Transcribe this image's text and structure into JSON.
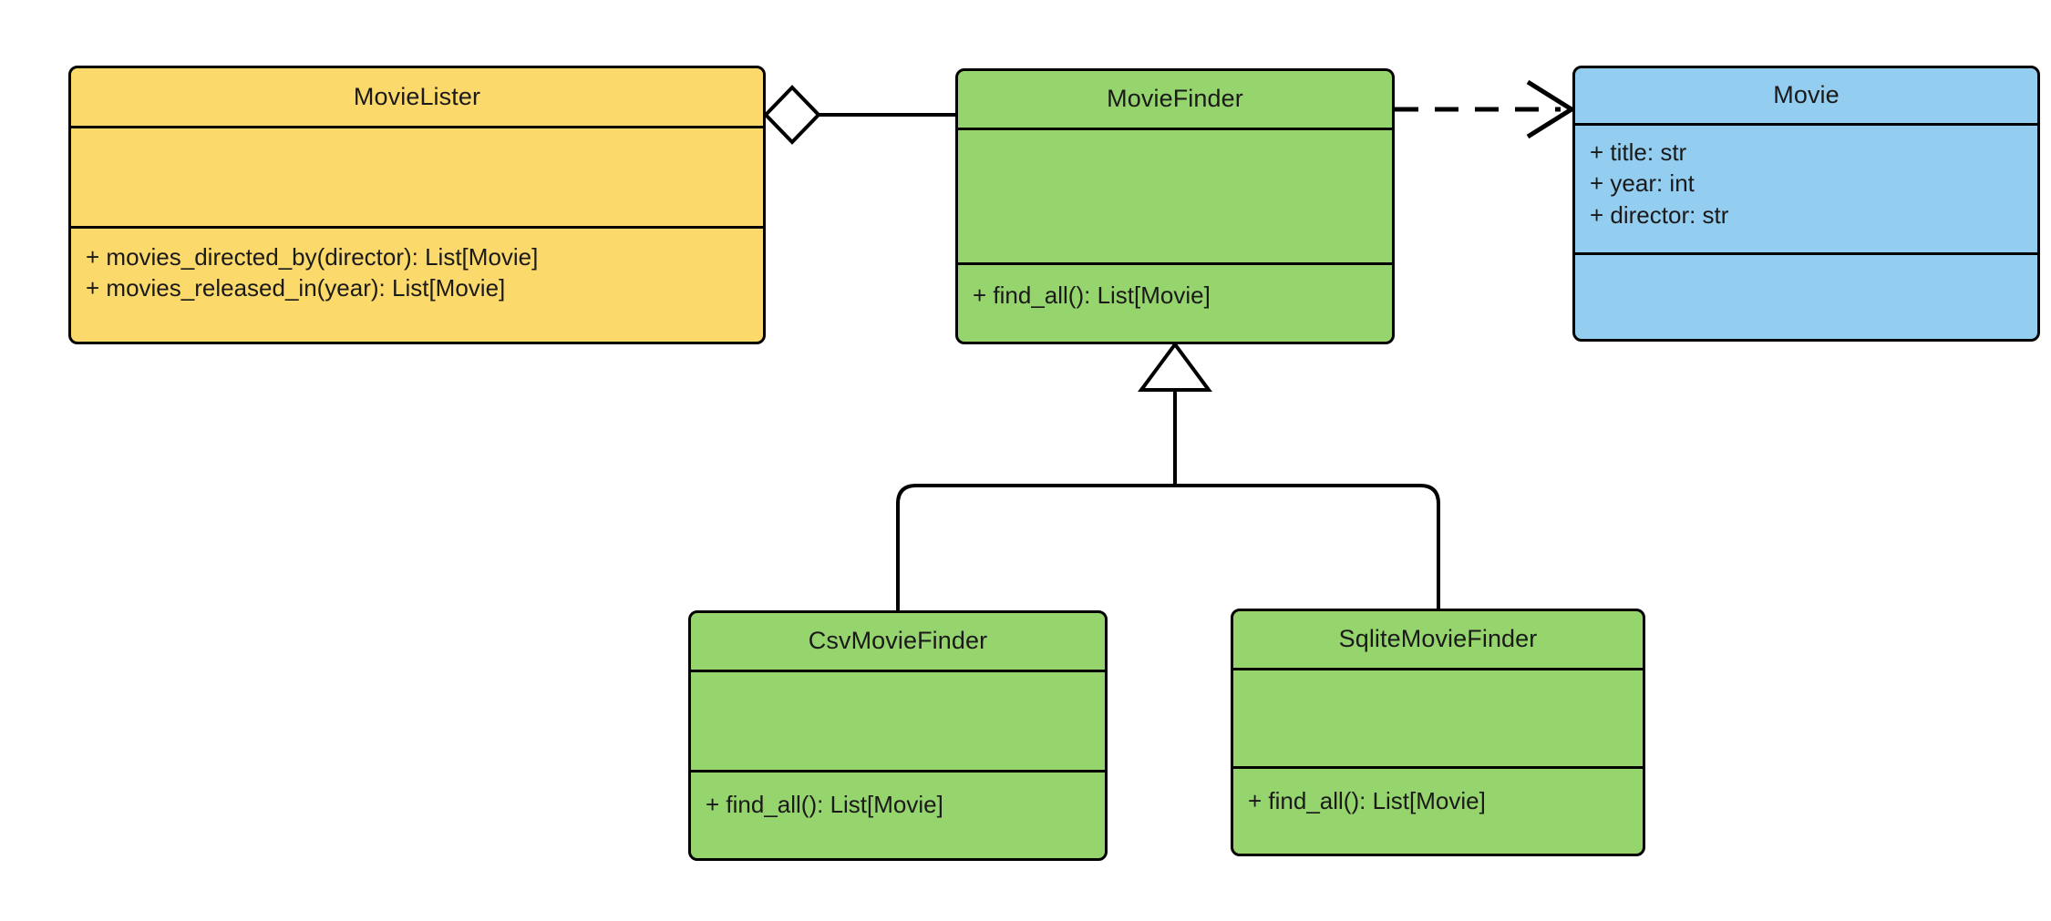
{
  "diagram": {
    "kind": "uml-class-diagram",
    "title": "MovieLister dependency injection class diagram",
    "background_color": "#ffffff",
    "line_color": "#000000"
  },
  "palette": {
    "yellow": "#fcd96b",
    "green": "#96d46e",
    "blue": "#93cdf0",
    "border": "#000000",
    "text": "#1a1a1a"
  },
  "classes": [
    {
      "id": "movie-lister",
      "name": "MovieLister",
      "fill": "#fcd96b",
      "attributes": [],
      "methods": [
        "+ movies_directed_by(director): List[Movie]",
        "+ movies_released_in(year): List[Movie]"
      ]
    },
    {
      "id": "movie-finder",
      "name": "MovieFinder",
      "fill": "#96d46e",
      "attributes": [],
      "methods": [
        "+ find_all(): List[Movie]"
      ]
    },
    {
      "id": "movie",
      "name": "Movie",
      "fill": "#93cdf0",
      "attributes": [
        "+ title: str",
        "+ year: int",
        "+ director: str"
      ],
      "methods": []
    },
    {
      "id": "csv-movie-finder",
      "name": "CsvMovieFinder",
      "fill": "#96d46e",
      "attributes": [],
      "methods": [
        "+ find_all(): List[Movie]"
      ]
    },
    {
      "id": "sqlite-movie-finder",
      "name": "SqliteMovieFinder",
      "fill": "#96d46e",
      "attributes": [],
      "methods": [
        "+ find_all(): List[Movie]"
      ]
    }
  ],
  "relationships": [
    {
      "id": "aggregation-lister-finder",
      "type": "aggregation",
      "marker": "hollow-diamond",
      "line": "solid",
      "from": "MovieLister",
      "to": "MovieFinder",
      "label": ""
    },
    {
      "id": "dependency-finder-movie",
      "type": "dependency",
      "marker": "open-arrow",
      "line": "dashed",
      "from": "MovieFinder",
      "to": "Movie",
      "label": ""
    },
    {
      "id": "inheritance-csv-finder",
      "type": "generalization",
      "marker": "hollow-triangle",
      "line": "solid",
      "from": "CsvMovieFinder",
      "to": "MovieFinder",
      "label": ""
    },
    {
      "id": "inheritance-sqlite-finder",
      "type": "generalization",
      "marker": "hollow-triangle",
      "line": "solid",
      "from": "SqliteMovieFinder",
      "to": "MovieFinder",
      "label": ""
    }
  ]
}
